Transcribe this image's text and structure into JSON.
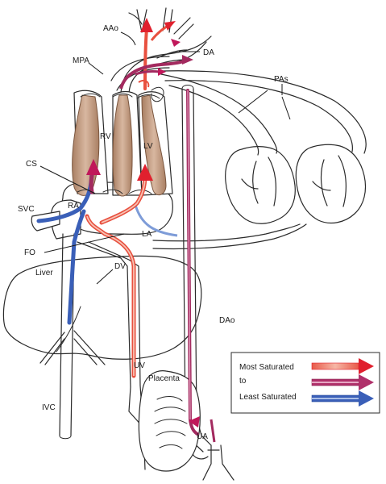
{
  "labels": {
    "aao": "AAo",
    "da": "DA",
    "mpa": "MPA",
    "pas": "PAs",
    "rv": "RV",
    "lv": "LV",
    "cs": "CS",
    "svc": "SVC",
    "ra": "RA",
    "la": "LA",
    "fo": "FO",
    "dv": "DV",
    "liver": "Liver",
    "dao": "DAo",
    "uv": "UV",
    "placenta": "Placenta",
    "ivc": "IVC",
    "ua": "UA"
  },
  "legend": {
    "most_saturated": "Most Saturated",
    "to": "to",
    "least_saturated": "Least Saturated"
  },
  "colors": {
    "most_saturated": "#e0202e",
    "intermediate": "#b0306a",
    "least_saturated": "#3a5fb8",
    "muscle": "#c19a80"
  }
}
